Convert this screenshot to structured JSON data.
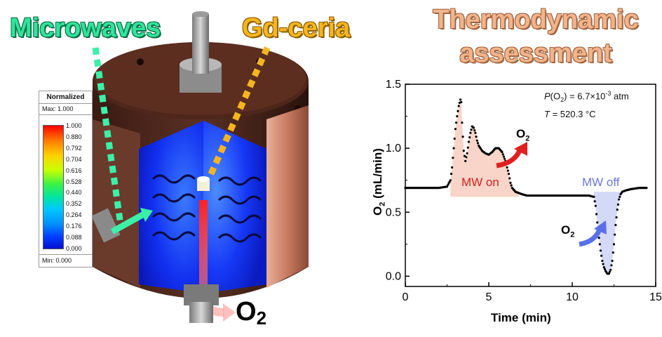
{
  "titles": {
    "microwaves": "Microwaves",
    "gd_ceria": "Gd-ceria",
    "thermo_line1": "Thermodynamic",
    "thermo_line2": "assessment"
  },
  "legend": {
    "header": "Normalized",
    "max_label": "Max: 1.000",
    "min_label": "Min: 0.000",
    "ticks": [
      "1.000",
      "0.880",
      "0.792",
      "0.704",
      "0.616",
      "0.528",
      "0.440",
      "0.352",
      "0.264",
      "0.176",
      "0.088",
      "0.000"
    ]
  },
  "reactor": {
    "outlet_label": "O",
    "outlet_sub": "2"
  },
  "colors": {
    "microwaves": "#2fe59a",
    "gd_ceria": "#f5b51e",
    "thermo": "#f2b48c",
    "mw_on_text": "#d42020",
    "mw_off_text": "#6a78d8",
    "cavity_blue": "#1a3cff",
    "shell_brown": "#4a2418"
  },
  "chart_data": {
    "type": "scatter",
    "xlabel": "Time (min)",
    "ylabel_main": "O",
    "ylabel_sub": "2",
    "ylabel_unit": " (mL/min)",
    "xlim": [
      0,
      15
    ],
    "ylim": [
      -0.08,
      1.5
    ],
    "xticks": [
      "0",
      "5",
      "10",
      "15"
    ],
    "yticks": [
      "0.0",
      "0.5",
      "1.0",
      "1.5"
    ],
    "annotations": {
      "p_o2_label": "P",
      "p_o2_text": "(O",
      "p_o2_sub": "2",
      "p_o2_value": ") = 6.7×10",
      "p_o2_exp": "-3",
      "p_o2_unit": " atm",
      "t_label": "T",
      "t_value": " = 520.3 °C",
      "mw_on": "MW on",
      "mw_off": "MW off",
      "o2_up": "O",
      "o2_up_sub": "2",
      "o2_down": "O",
      "o2_down_sub": "2"
    },
    "series": [
      {
        "x": [
          0.0,
          0.5,
          1.0,
          1.5,
          2.0,
          2.5,
          2.7,
          2.8,
          2.9,
          3.0,
          3.1,
          3.2,
          3.3,
          3.35,
          3.4,
          3.5,
          3.6,
          3.7,
          3.8,
          3.9,
          4.0,
          4.1,
          4.2,
          4.3,
          4.4,
          4.6,
          4.8,
          5.0,
          5.2,
          5.4,
          5.6,
          5.8,
          6.0,
          6.2,
          6.3,
          6.4,
          6.6,
          6.8,
          7.0,
          7.3,
          7.6,
          8.0,
          8.5,
          9.0,
          9.5,
          10.0,
          10.5,
          11.0,
          11.3,
          11.4,
          11.5,
          11.6,
          11.7,
          11.8,
          11.9,
          12.0,
          12.1,
          12.2,
          12.3,
          12.4,
          12.5,
          12.6,
          12.7,
          12.8,
          12.9,
          13.0,
          13.2,
          13.5,
          14.0,
          14.5
        ],
        "y": [
          0.69,
          0.69,
          0.69,
          0.69,
          0.69,
          0.7,
          0.75,
          0.85,
          1.0,
          1.15,
          1.25,
          1.33,
          1.38,
          1.36,
          1.2,
          0.98,
          0.9,
          0.96,
          1.05,
          1.12,
          1.17,
          1.16,
          1.12,
          1.06,
          1.02,
          0.98,
          0.96,
          0.95,
          0.97,
          1.0,
          1.0,
          0.97,
          0.9,
          0.8,
          0.73,
          0.69,
          0.66,
          0.65,
          0.64,
          0.63,
          0.63,
          0.63,
          0.63,
          0.63,
          0.63,
          0.63,
          0.63,
          0.63,
          0.62,
          0.55,
          0.42,
          0.3,
          0.2,
          0.12,
          0.07,
          0.04,
          0.02,
          0.02,
          0.05,
          0.12,
          0.25,
          0.4,
          0.52,
          0.6,
          0.64,
          0.66,
          0.67,
          0.68,
          0.69,
          0.69
        ]
      }
    ]
  }
}
